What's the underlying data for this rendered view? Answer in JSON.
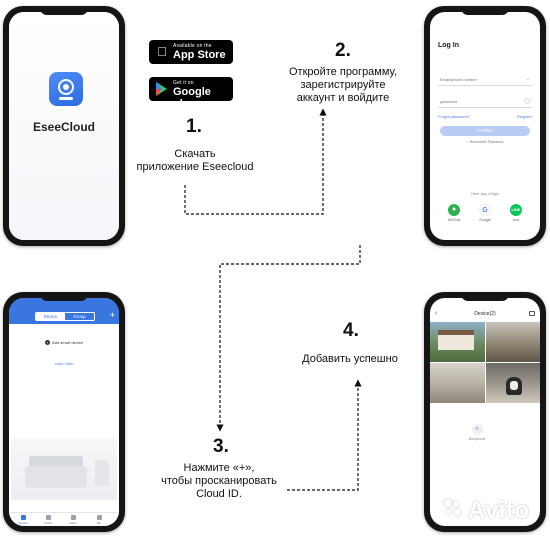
{
  "badges": {
    "appstore_small": "Available on the",
    "appstore_big": "App Store",
    "appstore_icon": "apple-icon",
    "gplay_small": "Get it on",
    "gplay_big": "Google play",
    "gplay_icon": "google-play-icon"
  },
  "steps": [
    {
      "num": "1.",
      "text": "Скачать\nприложение Eseecloud"
    },
    {
      "num": "2.",
      "text": "Откройте программу,\nзарегистрируйте\nаккаунт и войдите"
    },
    {
      "num": "3.",
      "text": "Нажмите «+»,\nчтобы просканировать\nCloud ID."
    },
    {
      "num": "4.",
      "text": "Добавить успешно"
    }
  ],
  "phone1": {
    "app_name": "EseeCloud",
    "app_icon": "eseecloud-camera-icon"
  },
  "phone2": {
    "title": "Log In",
    "email_placeholder": "Email/phone number",
    "password_placeholder": "password",
    "forgot": "Forgot password?",
    "register": "Register",
    "confirm": "Confirm",
    "remember": "Remember Password",
    "other_login": "Other way of login",
    "social": [
      {
        "label": "WeChat",
        "color": "#2bb24c"
      },
      {
        "label": "Google",
        "color": "#4285f4"
      },
      {
        "label": "Line",
        "color": "#06c755"
      }
    ]
  },
  "phone3": {
    "tab_device": "Device",
    "tab_group": "Group",
    "add_device": "Add smart device",
    "learn_video": "Learn Video",
    "nav": [
      "Device",
      "Cloud",
      "Alarm",
      "Me"
    ],
    "accent": "#3a76e0"
  },
  "phone4": {
    "title": "Device(2)",
    "control_label": "Microphone"
  },
  "watermark": "Avito"
}
